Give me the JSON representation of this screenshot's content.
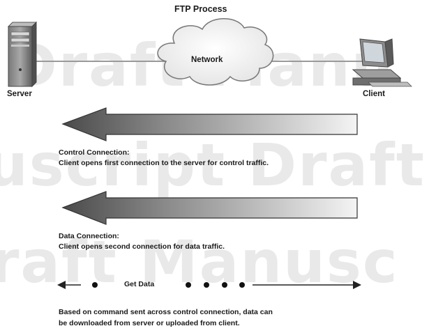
{
  "title": "FTP Process",
  "server_label": "Server",
  "client_label": "Client",
  "network_label": "Network",
  "control": {
    "heading": "Control Connection:",
    "description": "Client opens first connection to the server for control traffic."
  },
  "data_conn": {
    "heading": "Data Connection:",
    "description": "Client opens second connection for data traffic."
  },
  "get_data_label": "Get Data",
  "footer": {
    "line1": "Based on command sent across control connection, data can",
    "line2": "be downloaded from server or uploaded from client."
  },
  "watermark": [
    "Draft Manu",
    "uscript Draft",
    "raft Manusc"
  ]
}
